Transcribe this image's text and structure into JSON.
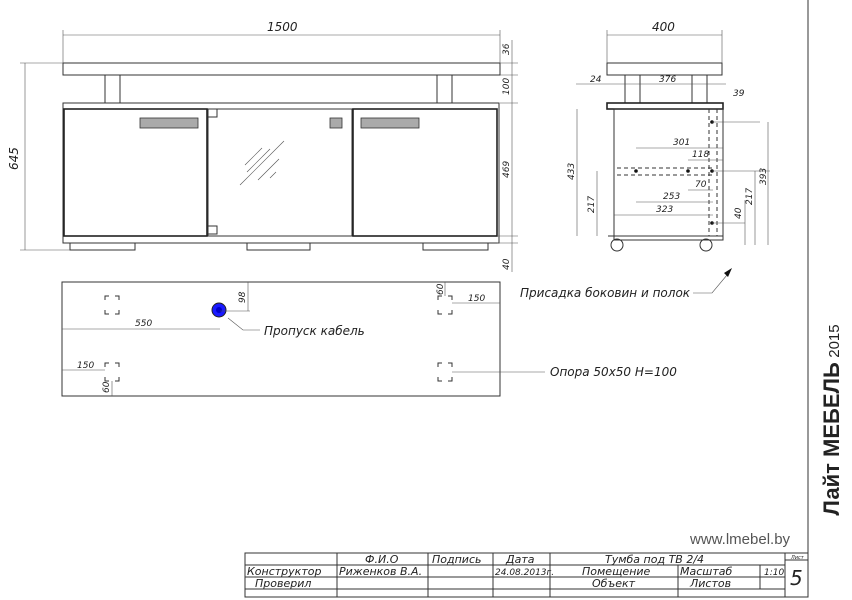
{
  "front_view": {
    "dims": {
      "width": "1500",
      "height": "645",
      "top": "36",
      "legs": "100",
      "body": "469",
      "plinth": "40"
    }
  },
  "side_view": {
    "dims": {
      "depth": "400",
      "offset": "24",
      "inner": "376",
      "right": "39",
      "height": "433",
      "shelf": "217",
      "d301": "301",
      "d118": "118",
      "d70": "70",
      "d253": "253",
      "d323": "323",
      "d40": "40",
      "d217b": "217",
      "d393": "393"
    },
    "note": "Присадка боковин и полок"
  },
  "plan_view": {
    "dims": {
      "d550": "550",
      "d98": "98",
      "d60a": "60",
      "d150a": "150",
      "d150b": "150",
      "d60b": "60"
    },
    "cable_label": "Пропуск кабель",
    "support_label": "Опора 50x50 H=100",
    "cable_color": "#1a1aff"
  },
  "title_block": {
    "fio": "Ф.И.О",
    "signature": "Подпись",
    "date_h": "Дата",
    "product": "Тумба под ТВ 2/4",
    "designer_role": "Конструктор",
    "designer_name": "Риженков В.А.",
    "date": "24.08.2013г.",
    "room": "Помещение",
    "scale_label": "Масштаб",
    "scale": "1:10",
    "sheet_label": "Лист",
    "sheet": "5",
    "checked": "Проверил",
    "object": "Объект",
    "sheets_label": "Листов"
  },
  "brand": {
    "name": "Лайт МЕБЕЛЬ",
    "year": "2015",
    "site": "www.lmebel.by"
  }
}
